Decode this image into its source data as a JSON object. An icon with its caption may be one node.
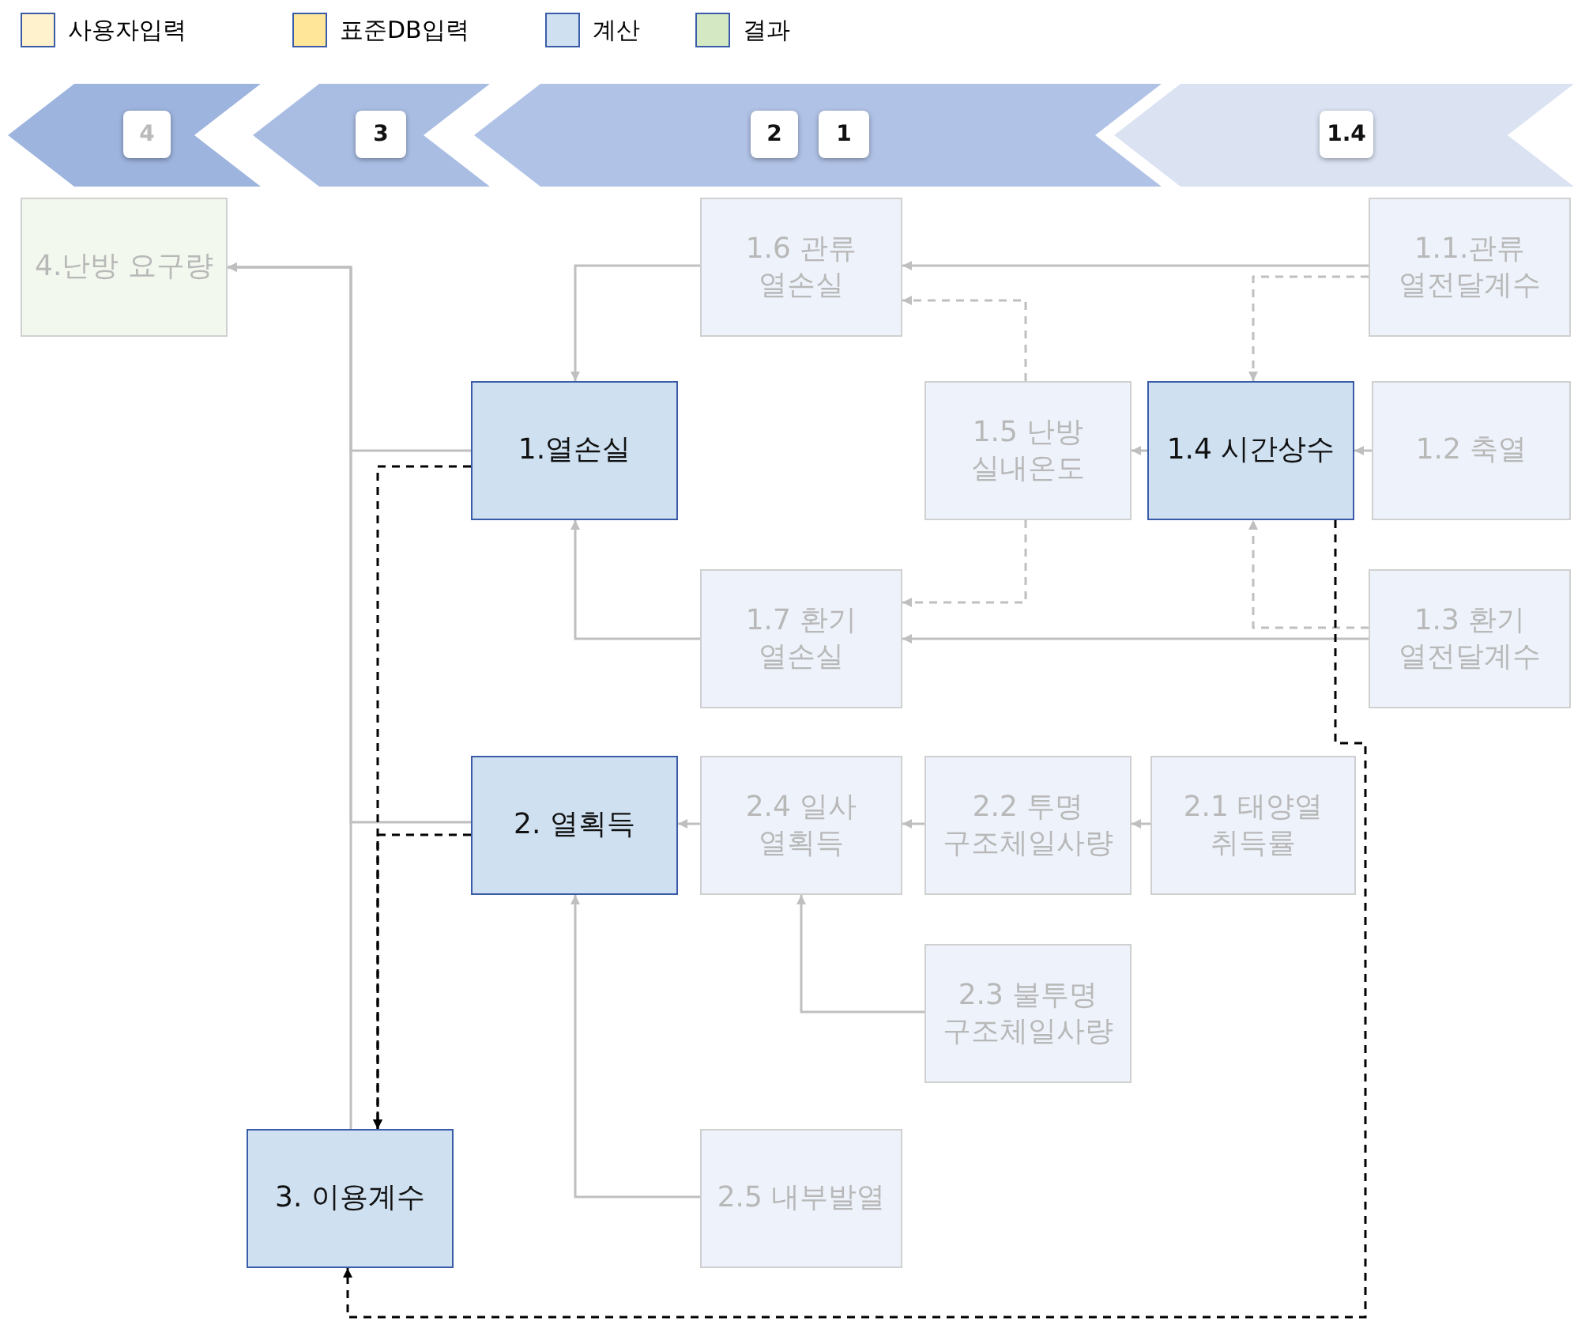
{
  "diagram": {
    "nodes": [
      {
        "text": [],
        "shape": "chevron"
      },
      {
        "text": [
          "4"
        ],
        "in": 0
      },
      {
        "text": [],
        "shape": "chevron"
      },
      {
        "text": [
          "3"
        ],
        "in": 2
      },
      {
        "text": [],
        "shape": "chevron"
      },
      {
        "text": [
          "2"
        ],
        "in": 4
      },
      {
        "text": [
          "1"
        ],
        "in": 4
      },
      {
        "text": [],
        "shape": "chevron"
      },
      {
        "text": [
          "1.4"
        ],
        "in": 7
      },
      {
        "text": [
          "4.난방 요구량"
        ]
      },
      {
        "text": [
          "1.6 관류 열손실"
        ]
      },
      {
        "text": [
          "1.1.관류 열전달계수"
        ]
      },
      {
        "text": [
          "1.열손실"
        ]
      },
      {
        "text": [
          "1.5 난방 실내온도"
        ]
      },
      {
        "text": [
          "1.4 시간상수"
        ]
      },
      {
        "text": [
          "1.2 축열"
        ]
      },
      {
        "text": [
          "1.7 환기 열손실"
        ]
      },
      {
        "text": [
          "1.3 환기 열전달계수"
        ]
      },
      {
        "text": [
          "2. 열획득"
        ]
      },
      {
        "text": [
          "2.4 일사 열획득"
        ]
      },
      {
        "text": [
          "2.2 투명 구조체일사량"
        ]
      },
      {
        "text": [
          "2.1 태양열 취득률"
        ]
      },
      {
        "text": [
          "2.3 불투명 구조체일사량"
        ]
      },
      {
        "text": [
          "3. 이용계수"
        ]
      },
      {
        "text": [
          "2.5 내부발열"
        ]
      }
    ],
    "edges": [
      {
        "from": 11,
        "to": 10,
        "arrow": "to"
      },
      {
        "from": 11,
        "to": 14,
        "arrow": "to",
        "style": "dashed"
      },
      {
        "from": 10,
        "to": 12,
        "arrow": "to"
      },
      {
        "from": 13,
        "to": 10,
        "arrow": "to",
        "style": "dashed"
      },
      {
        "from": 14,
        "to": 13,
        "arrow": "to"
      },
      {
        "from": 15,
        "to": 14,
        "arrow": "to"
      },
      {
        "from": 13,
        "to": 16,
        "arrow": "to",
        "style": "dashed"
      },
      {
        "from": 17,
        "to": 16,
        "arrow": "to"
      },
      {
        "from": 17,
        "to": 14,
        "arrow": "to",
        "style": "dashed"
      },
      {
        "from": 16,
        "to": 12,
        "arrow": "to"
      },
      {
        "from": 12,
        "to": 9,
        "arrow": "to"
      },
      {
        "from": 18,
        "to": 9,
        "arrow": "to"
      },
      {
        "from": 23,
        "to": 9,
        "arrow": "to"
      },
      {
        "from": 12,
        "to": 23,
        "arrow": "to",
        "style": "dashed",
        "color": "#000000"
      },
      {
        "from": 18,
        "to": 23,
        "arrow": "to",
        "style": "dashed",
        "color": "#000000"
      },
      {
        "from": 14,
        "to": 23,
        "arrow": "to",
        "style": "dashed",
        "color": "#000000"
      },
      {
        "from": 19,
        "to": 18,
        "arrow": "to"
      },
      {
        "from": 20,
        "to": 19,
        "arrow": "to"
      },
      {
        "from": 21,
        "to": 20,
        "arrow": "to"
      },
      {
        "from": 22,
        "to": 19,
        "arrow": "to"
      },
      {
        "from": 24,
        "to": 18,
        "arrow": "to"
      }
    ],
    "legend": [
      {
        "text": "사용자입력",
        "color": "#fff2cc"
      },
      {
        "text": "표준DB입력",
        "color": "#ffe699"
      },
      {
        "text": "계산",
        "color": "#cfe0f1"
      },
      {
        "text": "결과",
        "color": "#d5e8c4"
      }
    ]
  }
}
